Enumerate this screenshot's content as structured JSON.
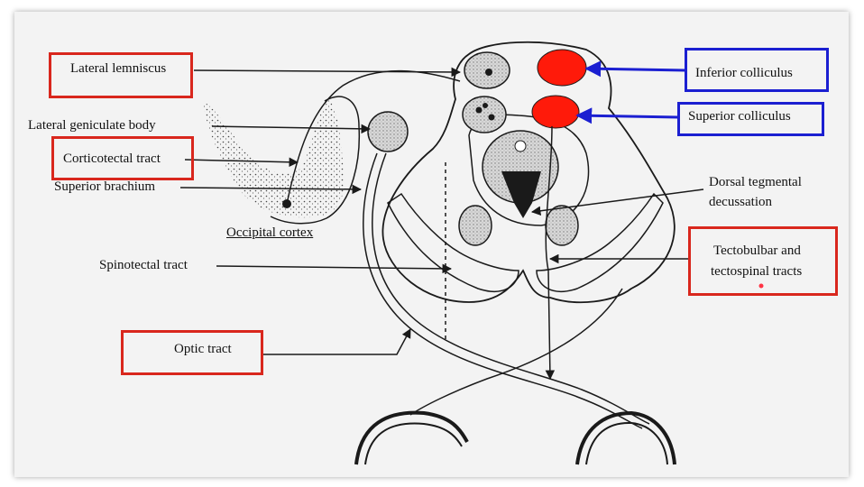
{
  "labels": {
    "lateral_lemniscus": "Lateral lemniscus",
    "lateral_geniculate_body": "Lateral geniculate body",
    "corticotectal_tract": "Corticotectal tract",
    "superior_brachium": "Superior brachium",
    "occipital_cortex": "Occipital cortex",
    "spinotectal_tract": "Spinotectal tract",
    "optic_tract": "Optic tract",
    "inferior_colliculus": "Inferior colliculus",
    "superior_colliculus": "Superior colliculus",
    "dorsal_tegmental_decussation_line1": "Dorsal tegmental",
    "dorsal_tegmental_decussation_line2": "decussation",
    "tectobulbar_line1": "Tectobulbar and",
    "tectobulbar_line2": "tectospinal tracts"
  },
  "colors": {
    "highlight_red": "#d9271d",
    "highlight_blue": "#1b1fd1",
    "colliculus_fill": "#ff1a0a",
    "line": "#1a1a1a"
  }
}
